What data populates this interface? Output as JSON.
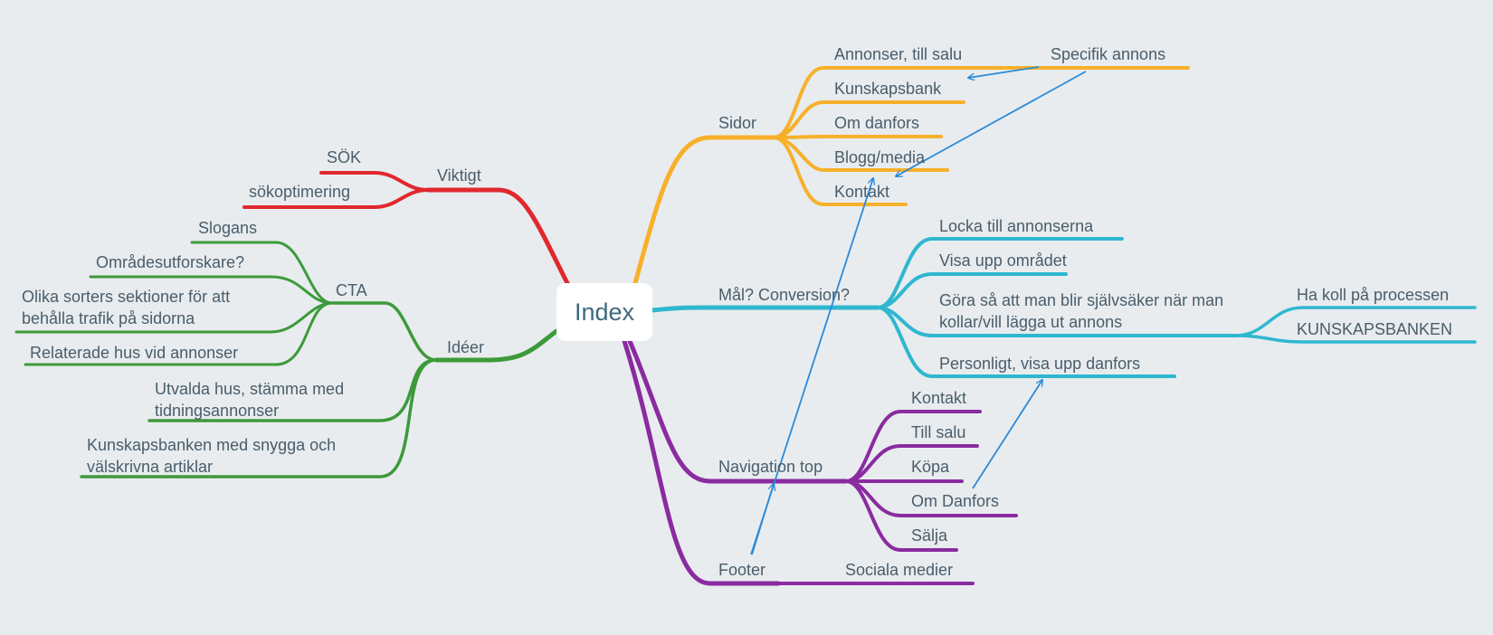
{
  "root": {
    "label": "Index"
  },
  "colors": {
    "red": "#e0282e",
    "green": "#3d9a3a",
    "orange": "#f8b02a",
    "teal": "#2fb7cf",
    "purple": "#8a2ba0",
    "arrow": "#2b8ad8"
  },
  "branches": {
    "viktigt": {
      "label": "Viktigt",
      "children": [
        "SÖK",
        "sökoptimering"
      ]
    },
    "ideer": {
      "label": "Idéer",
      "cta": {
        "label": "CTA",
        "children": [
          "Slogans",
          "Områdesutforskare?",
          "Olika sorters sektioner för att behålla trafik på sidorna",
          "Relaterade hus vid annonser"
        ]
      },
      "children": [
        "Utvalda hus, stämma med tidningsannonser",
        "Kunskapsbanken med snygga och välskrivna artiklar"
      ]
    },
    "sidor": {
      "label": "Sidor",
      "children": [
        "Annonser, till salu",
        "Kunskapsbank",
        "Om danfors",
        "Blogg/media",
        "Kontakt"
      ],
      "specifik": "Specifik annons"
    },
    "mal": {
      "label": "Mål? Conversion?",
      "children": [
        "Locka till annonserna",
        "Visa upp området",
        "Göra så att man blir självsäker när man kollar/vill lägga ut annons",
        "Personligt, visa upp danfors"
      ],
      "sub": [
        "Ha koll på processen",
        "KUNSKAPSBANKEN"
      ]
    },
    "navigation": {
      "label": "Navigation top",
      "children": [
        "Kontakt",
        "Till salu",
        "Köpa",
        "Om Danfors",
        "Sälja"
      ]
    },
    "footer": {
      "label": "Footer",
      "children": [
        "Sociala medier"
      ]
    }
  }
}
